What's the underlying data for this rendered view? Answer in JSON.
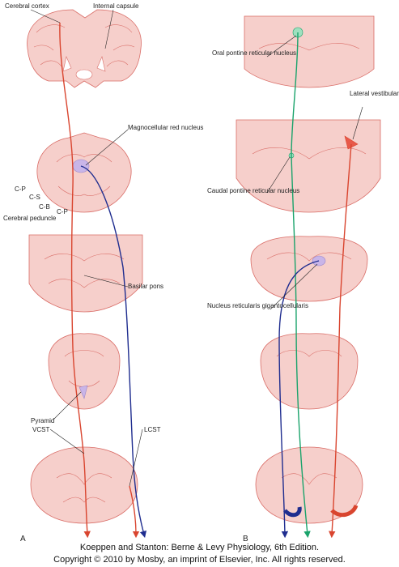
{
  "colors": {
    "section_fill": "#f6cfcb",
    "section_stroke": "#d96c66",
    "corticospinal": "#d9452f",
    "rubrospinal": "#1f2d8f",
    "reticulospinal": "#1aa36b",
    "nucleus_highlight": "#c9b5e8"
  },
  "panel_a": {
    "letter": "A",
    "labels": {
      "cerebral_cortex": "Cerebral cortex",
      "internal_capsule": "Internal capsule",
      "magnocellular_red_nucleus": "Magnocellular red nucleus",
      "cp_top": "C-P",
      "cs": "C-S",
      "cb": "C-B",
      "cp_bottom": "C-P",
      "cerebral_peduncle": "Cerebral peduncle",
      "basilar_pons": "Basilar pons",
      "pyramid": "Pyramid",
      "vcst": "VCST",
      "lcst": "LCST"
    }
  },
  "panel_b": {
    "letter": "B",
    "labels": {
      "oral_pontine": "Oral pontine reticular nucleus",
      "lateral_vestibular": "Lateral vestibular nucleus",
      "caudal_pontine": "Caudal pontine reticular nucleus",
      "nucleus_reticularis": "Nucleus reticularis gigantocellularis"
    }
  },
  "caption": {
    "line1": "Koeppen and Stanton: Berne & Levy Physiology, 6th Edition.",
    "line2": "Copyright © 2010 by Mosby, an imprint of Elsevier, Inc. All rights reserved."
  }
}
